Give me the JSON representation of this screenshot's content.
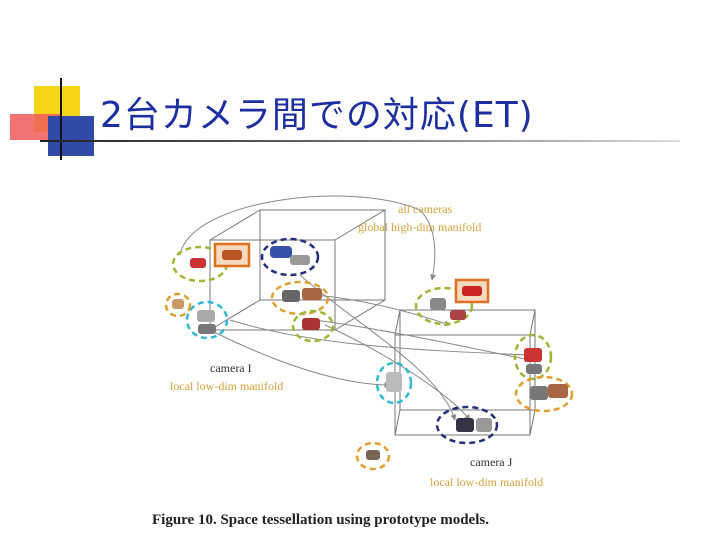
{
  "slide": {
    "title": "2台カメラ間での対応(ET)"
  },
  "figure": {
    "annotations": {
      "all_cameras": "all cameras",
      "global_manifold": "global high-dim manifold",
      "camera_i": "camera I",
      "local_manifold_i": "local low-dim manifold",
      "camera_j": "camera J",
      "local_manifold_j": "local low-dim manifold"
    },
    "caption": "Figure 10. Space tessellation using prototype models."
  },
  "colors": {
    "title": "#1d2fa0",
    "accent_yellow": "#f5d51a",
    "accent_red": "#f05a5a",
    "accent_blue": "#2f4aa8",
    "cluster_green": "#9ab832",
    "cluster_navy": "#23307a",
    "cluster_orange": "#e0a030",
    "cluster_cyan": "#30b8d0",
    "prototype_box": "#e07020",
    "annotation_text": "#d8a03a"
  }
}
